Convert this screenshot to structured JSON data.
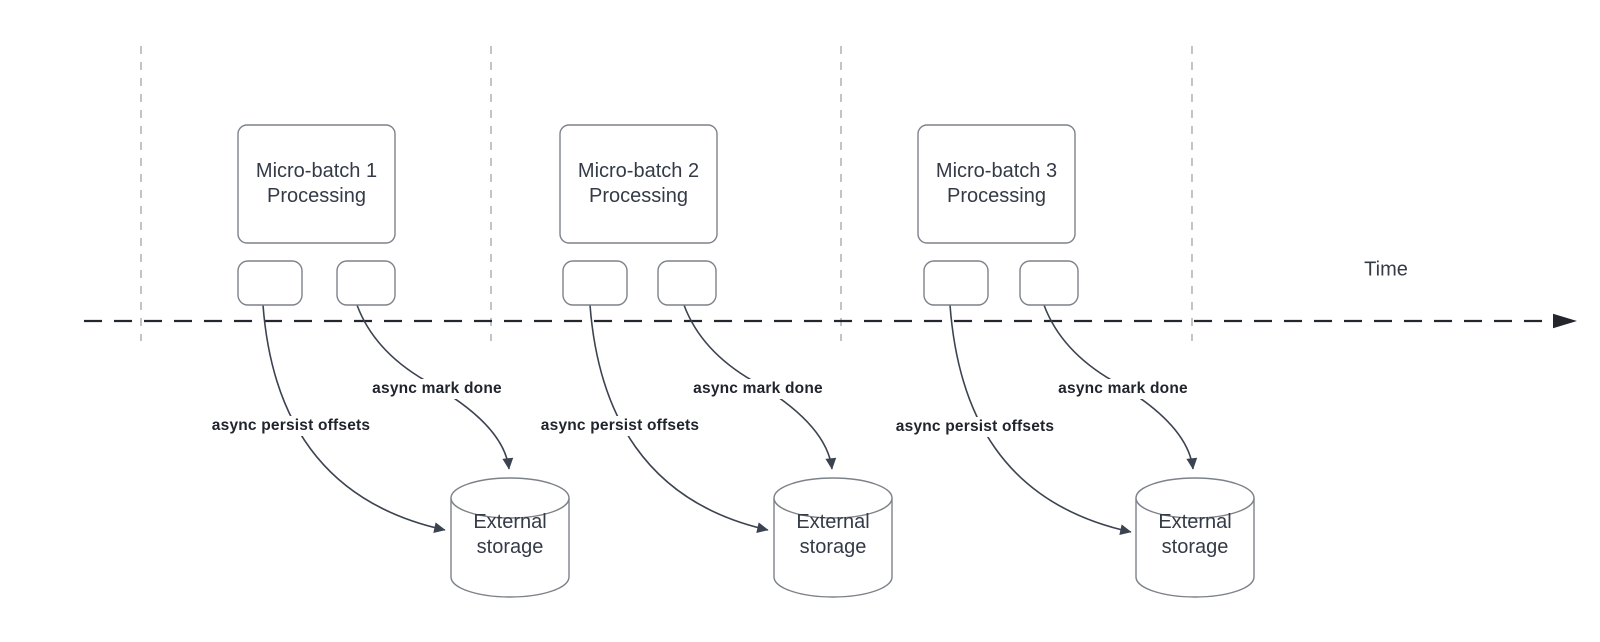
{
  "colors": {
    "background": "#ffffff",
    "shape-fill": "#ffffff",
    "shape-stroke": "#7d828a",
    "connector": "#3c4350",
    "axis": "#23262c",
    "guide": "#b2b5b8",
    "node-text": "#343b47",
    "label-text": "#20242d"
  },
  "time_axis": {
    "label": "Time"
  },
  "batches": [
    {
      "title_line1": "Micro-batch 1",
      "title_line2": "Processing",
      "persist_label": "async persist offsets",
      "mark_label": "async mark done",
      "storage_line1": "External",
      "storage_line2": "storage"
    },
    {
      "title_line1": "Micro-batch 2",
      "title_line2": "Processing",
      "persist_label": "async persist offsets",
      "mark_label": "async mark done",
      "storage_line1": "External",
      "storage_line2": "storage"
    },
    {
      "title_line1": "Micro-batch 3",
      "title_line2": "Processing",
      "persist_label": "async persist offsets",
      "mark_label": "async mark done",
      "storage_line1": "External",
      "storage_line2": "storage"
    }
  ]
}
